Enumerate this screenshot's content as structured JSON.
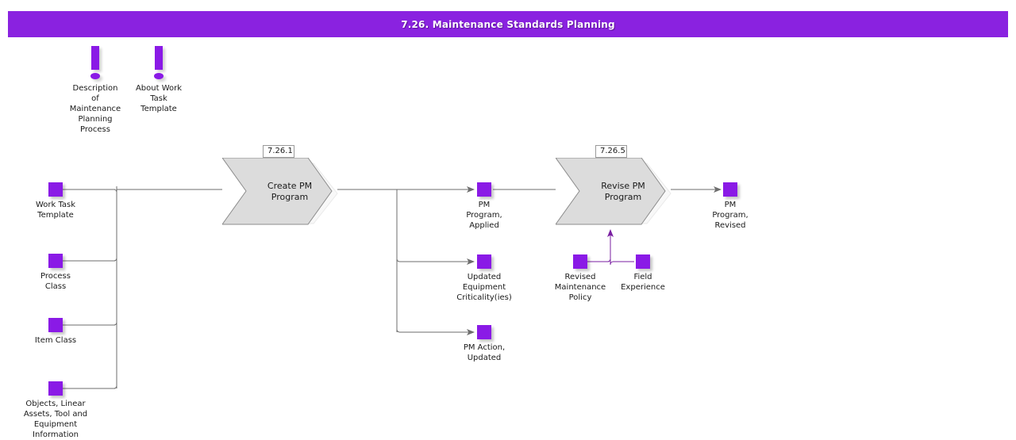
{
  "title": {
    "text": "7.26. Maintenance Standards Planning",
    "bar_color": "#8a22e0",
    "text_color": "#ffffff"
  },
  "colors": {
    "object_purple": "#8a1ae6",
    "process_fill": "#dcdcdc",
    "process_stroke": "#8c8c8c",
    "connector_gray": "#6e6e6e",
    "connector_purple": "#7a1fa2"
  },
  "notes": [
    {
      "name": "note-description-of-maintenance-planning-process",
      "label": "Description\nof\nMaintenance\nPlanning\nProcess"
    },
    {
      "name": "note-about-work-task-template",
      "label": "About Work\nTask\nTemplate"
    }
  ],
  "inputs": [
    {
      "name": "object-work-task-template",
      "label": "Work Task\nTemplate"
    },
    {
      "name": "object-process-class",
      "label": "Process\nClass"
    },
    {
      "name": "object-item-class",
      "label": "Item Class"
    },
    {
      "name": "object-objects-linear-assets-tool-and-equipment-information",
      "label": "Objects, Linear\nAssets, Tool and\nEquipment\nInformation"
    }
  ],
  "processes": [
    {
      "name": "process-create-pm-program",
      "id": "7.26.1",
      "label": "Create PM\nProgram"
    },
    {
      "name": "process-revise-pm-program",
      "id": "7.26.5",
      "label": "Revise PM\nProgram"
    }
  ],
  "outputs": [
    {
      "name": "object-pm-program-applied",
      "label": "PM\nProgram,\nApplied"
    },
    {
      "name": "object-updated-equipment-criticalities",
      "label": "Updated\nEquipment\nCriticality(ies)"
    },
    {
      "name": "object-pm-action-updated",
      "label": "PM Action,\nUpdated"
    },
    {
      "name": "object-pm-program-revised",
      "label": "PM\nProgram,\nRevised"
    }
  ],
  "secondary_inputs": [
    {
      "name": "object-revised-maintenance-policy",
      "label": "Revised\nMaintenance\nPolicy"
    },
    {
      "name": "object-field-experience",
      "label": "Field\nExperience"
    }
  ]
}
